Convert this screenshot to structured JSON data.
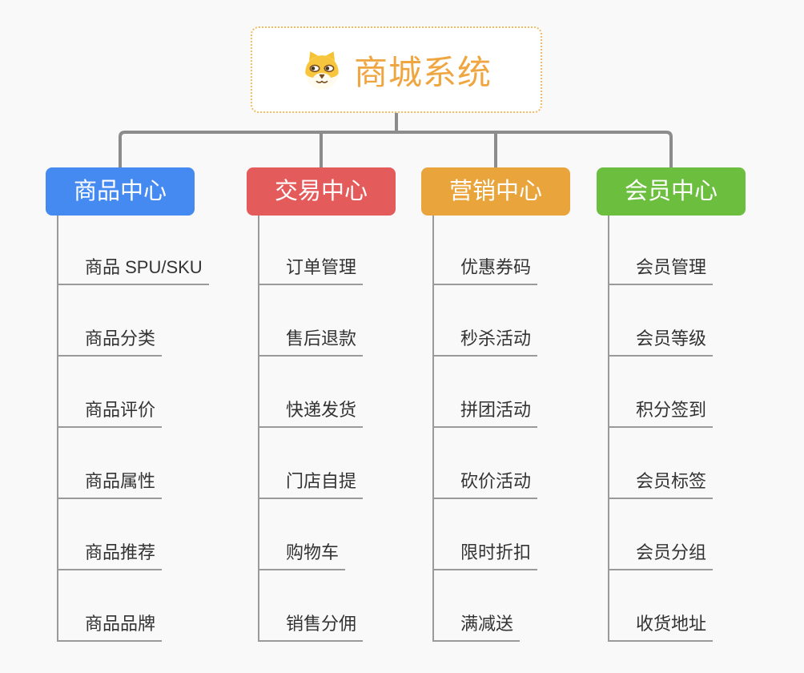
{
  "root": {
    "title": "商城系统",
    "icon": "shiba-dog-face-icon",
    "text_color": "#F0A640",
    "border_color": "#F4BB62",
    "background_color": "#FFFFFF"
  },
  "branches": [
    {
      "label": "商品中心",
      "color": "#458AF0",
      "items": [
        "商品 SPU/SKU",
        "商品分类",
        "商品评价",
        "商品属性",
        "商品推荐",
        "商品品牌"
      ]
    },
    {
      "label": "交易中心",
      "color": "#E45B5B",
      "items": [
        "订单管理",
        "售后退款",
        "快递发货",
        "门店自提",
        "购物车",
        "销售分佣"
      ]
    },
    {
      "label": "营销中心",
      "color": "#E9A53C",
      "items": [
        "优惠券码",
        "秒杀活动",
        "拼团活动",
        "砍价活动",
        "限时折扣",
        "满减送"
      ]
    },
    {
      "label": "会员中心",
      "color": "#6CBE3F",
      "items": [
        "会员管理",
        "会员等级",
        "积分签到",
        "会员标签",
        "会员分组",
        "收货地址"
      ]
    }
  ],
  "lines": {
    "main_connector_color": "#8C8C8C",
    "sub_connector_color": "#9A9A9A"
  },
  "canvas": {
    "background_color": "#F9F9F9",
    "item_text_color": "#333333",
    "branch_text_color": "#FFFFFF"
  }
}
